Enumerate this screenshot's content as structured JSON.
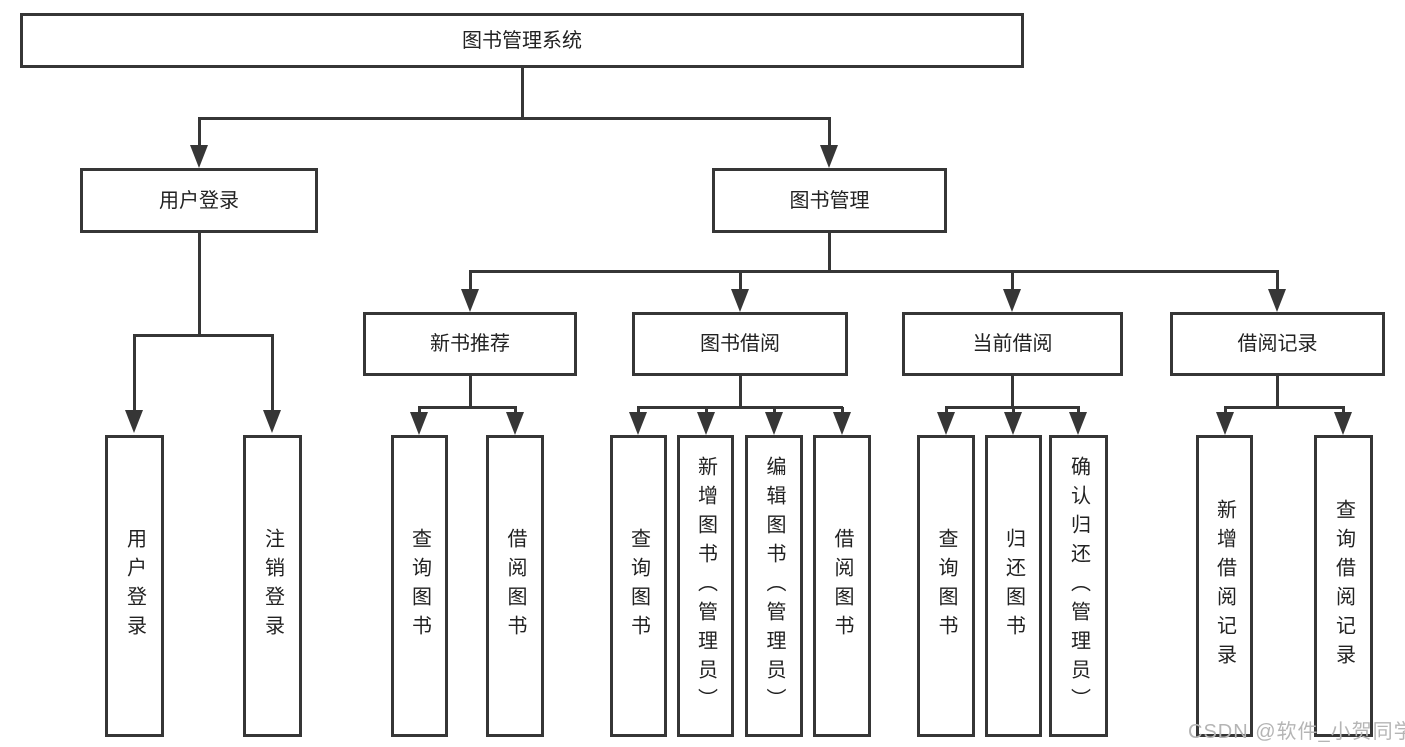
{
  "tree": {
    "label": "图书管理系统",
    "children": [
      {
        "label": "用户登录",
        "children": [
          {
            "label": "用户登录"
          },
          {
            "label": "注销登录"
          }
        ]
      },
      {
        "label": "图书管理",
        "children": [
          {
            "label": "新书推荐",
            "children": [
              {
                "label": "查询图书"
              },
              {
                "label": "借阅图书"
              }
            ]
          },
          {
            "label": "图书借阅",
            "children": [
              {
                "label": "查询图书"
              },
              {
                "label": "新增图书（管理员）"
              },
              {
                "label": "编辑图书（管理员）"
              },
              {
                "label": "借阅图书"
              }
            ]
          },
          {
            "label": "当前借阅",
            "children": [
              {
                "label": "查询图书"
              },
              {
                "label": "归还图书"
              },
              {
                "label": "确认归还（管理员）"
              }
            ]
          },
          {
            "label": "借阅记录",
            "children": [
              {
                "label": "新增借阅记录"
              },
              {
                "label": "查询借阅记录"
              }
            ]
          }
        ]
      }
    ]
  },
  "watermark": {
    "text": "CSDN @软件_小贺同学"
  },
  "colors": {
    "background": "#ffffff",
    "line": "#363636",
    "text": "#222222",
    "watermark": "#b5b5b5"
  }
}
